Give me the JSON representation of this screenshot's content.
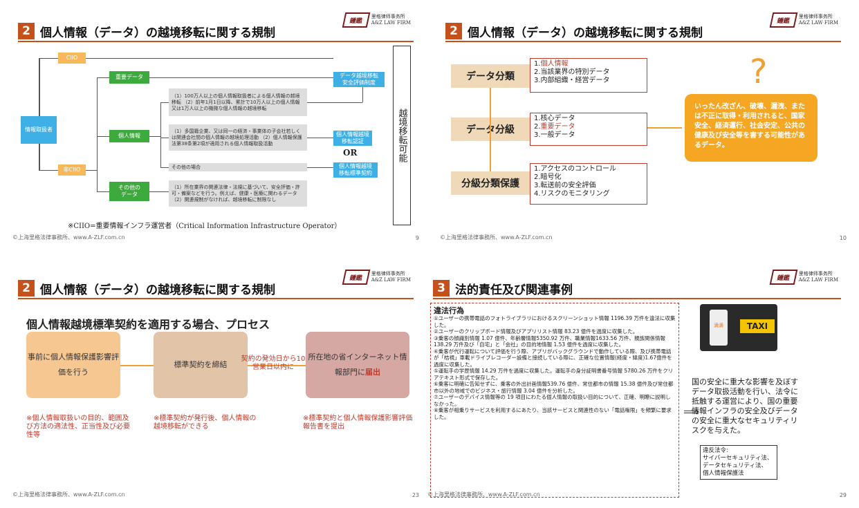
{
  "s1": {
    "num": "2",
    "title": "個人情報（データ）の越境移転に関する規制",
    "ciio": "CIIO",
    "handler": "情報取扱者",
    "nonciio": "非CIIO",
    "important": "重要データ",
    "personal": "個人情報",
    "other": "その他の\nデータ",
    "sec": "データ越境移転\n安全評価制度",
    "cert": "個人情報越境\n移転認証",
    "contract": "個人情報越境\n移転標準契約",
    "or": "OR",
    "g1": "（1）100万人以上の個人情報取扱者による個人情報の越境移転\n（2）前年1月1日以降、累計で10万人以上の個人情報又は1万人以上の機微な個人情報の越境移転",
    "g2": "（1）多国籍企業、又は同一の経済・事業体の子会社若しくは関連会社間の個人情報の越境処理活動\n（2）個人情報保護法第38条第2項が適用される個人情報取扱活動",
    "g3": "その他の場合",
    "g4": "（1）所在業界の関連法律・法規に基づいて、安全評価・許可・備案などを行う。例えば、健康・医療に関わるデータ\n（2）関連規制がなければ、越境移転に制限なし",
    "vert": "越境移転可能",
    "note": "※CIIO=重要情報インフラ運営者（Critical Information Infrastructure Operator）",
    "page": "9"
  },
  "s2": {
    "title": "個人情報（データ）の越境移転に関する規制",
    "c1": "データ分類",
    "c2": "データ分級",
    "c3": "分級分類保護",
    "l1": [
      "1.",
      "個人情報",
      "2.当該業界の特別データ",
      "3.内部組織・経営データ"
    ],
    "l2": [
      "1.核心データ",
      "2.",
      "重要データ",
      "3.一般データ"
    ],
    "l3": [
      "1.アクセスのコントロール",
      "2.暗号化",
      "3.転送前の安全評価",
      "4.リスクのモニタリング"
    ],
    "warn": "いったん改ざん、破壊、漏洩、または不正に取得・利用されると、国家安全、経済運行、社会安定、公共の健康及び安全等を害する可能性があるデータ。",
    "page": "10"
  },
  "s3": {
    "title": "個人情報（データ）の越境移転に関する規制",
    "sub": "個人情報越境標準契約を適用する場合、プロセス",
    "p1": "事前に個人情報保護影響評価を行う",
    "p2": "標準契約を締結",
    "arrow": "契約の発効日から10営業日以内に",
    "p3a": "所在地の省インターネット情報部門に",
    "p3b": "届出",
    "n1": "※個人情報取扱いの目的、範囲及び方法の適法性、正当性及び必要性等",
    "n2": "※標準契約が発行後、個人情報の越境移転ができる",
    "n3": "※標準契約と個人情報保護影響評価報告書を提出",
    "page": "23"
  },
  "s4": {
    "num": "3",
    "title": "法的責任及び関連事例",
    "head": "違法行為",
    "items": [
      "①ユーザーの携帯電話のフォトライブラリにおけるスクリーンショット情報 1196.39 万件を違法に収集した。",
      "②ユーザーのクリップボード情報及びアプリリスト情報 83.23 億件を過度に収集した。",
      "③乗客の顔識別情報 1.07 億件、年齢層情報5350.92 万件、職業情報1633.56 万件、親族関係情報 138.29 万件及び「自宅」と「会社」の目的地情報 1.53 億件を過度に収集した。",
      "④乗客が代行運転について評価を行う際、アプリがバックグラウンドで動作している際、及び携帯電話が「桔視」車載ドライブレコーダー設備と接続している際に、正確な位置情報(経度・緯度)1.67億件を過度に収集した。",
      "⑤運転手の学歴情報 14.29 万件を過度に収集した。運転手の身分証明書番号情報 5780.26 万件をクリアテキスト形式で保存した。",
      "⑥乗客に明確に告知せずに、乗客の外出計画情報539.76 億件、常住都市の情報 15.38 億件及び常住都市以外の地域でのビジネス・旅行情報 3.04 億件を分析した。",
      "⑦ユーザーのデバイス情報等の 19 項目にわたる個人情報の取扱い目的について、正確、明瞭に説明しなかった。",
      "⑧乗客が相乗りサービスを利用するにあたり、当該サービスと関連性のない「電話権限」を頻繁に要求した。"
    ],
    "taxi": "TAXI",
    "app": "滴滴",
    "impact": "国の安全に重大な影響を及ぼすデータ取扱活動を行い、法令に抵触する運営により、国の重要情報インフラの安全及びデータの安全に重大なセキュリティリスクを与えた。",
    "law": "違反法令:\nサイバーセキュリティ法、\nデータセキュリティ法、\n個人情報保護法",
    "page": "29"
  },
  "common": {
    "footer": "©上海里格法律事務所、www.A-ZLF.com.cn",
    "firm": "里格律师事务所",
    "firm_en": "A&Z LAW FIRM",
    "seal": "鍾鑑"
  }
}
